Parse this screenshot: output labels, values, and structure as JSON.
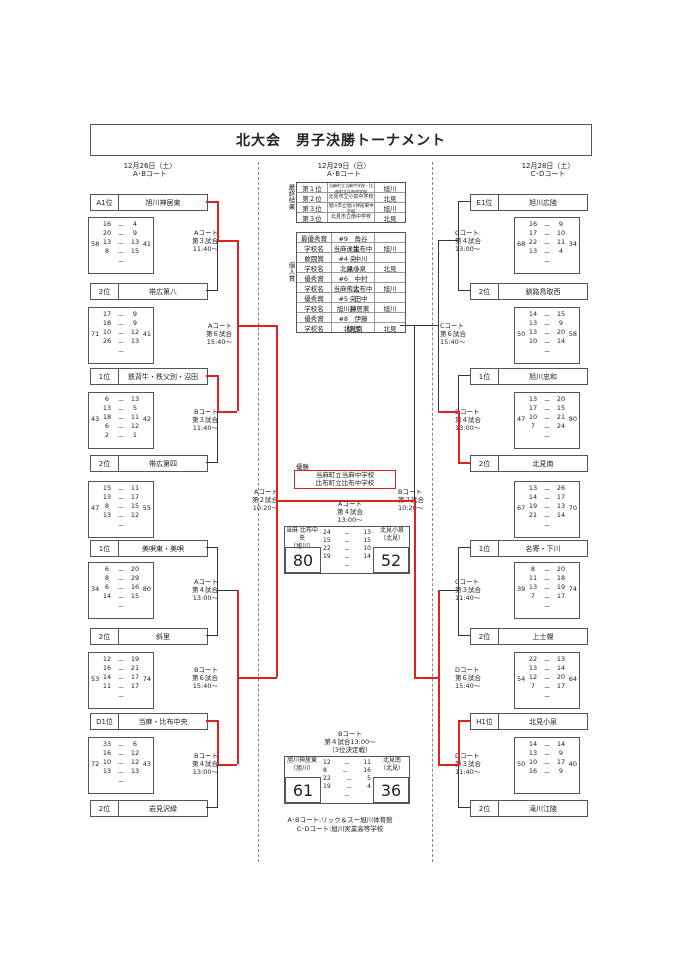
{
  "title": "北大会　男子決勝トーナメント",
  "headers": {
    "left": {
      "date": "12月26日（土）",
      "court": "A･Bコート"
    },
    "center": {
      "date": "12月29日（日）",
      "court": "A･Bコート"
    },
    "right": {
      "date": "12月28日（土）",
      "court": "C･Dコート"
    }
  },
  "final_results": {
    "label": "最終結果",
    "rows": [
      {
        "rank": "第１位",
        "team": "当麻町立当麻中学校・比布町立比布中学校",
        "area": "旭川"
      },
      {
        "rank": "第２位",
        "team": "北見市立小泉中学校",
        "area": "北見"
      },
      {
        "rank": "第３位",
        "team": "旭川市立旭川神居東中学校",
        "area": "旭川"
      },
      {
        "rank": "第３位",
        "team": "北見市立南中学校",
        "area": "北見"
      }
    ]
  },
  "individual_awards": {
    "label": "個人賞",
    "rows": [
      {
        "a": "最優秀賞",
        "b": "#9　角谷　達栄",
        "c": ""
      },
      {
        "a": "学校名",
        "b": "当麻・比布中央",
        "c": "旭川"
      },
      {
        "a": "敢闘賞",
        "b": "#4　中川　達斗",
        "c": ""
      },
      {
        "a": "学校名",
        "b": "北見小泉",
        "c": "北見"
      },
      {
        "a": "優秀賞",
        "b": "#6　中村　侑太",
        "c": ""
      },
      {
        "a": "学校名",
        "b": "当麻・比布中央",
        "c": "旭川"
      },
      {
        "a": "優秀賞",
        "b": "#5　田中　諒",
        "c": ""
      },
      {
        "a": "学校名",
        "b": "旭川神居東",
        "c": "旭川"
      },
      {
        "a": "優秀賞",
        "b": "#8　伊藤　和也",
        "c": ""
      },
      {
        "a": "学校名",
        "b": "北見南",
        "c": "北見"
      }
    ]
  },
  "left_teams": [
    {
      "rank": "A1位",
      "name": "旭川神居東"
    },
    {
      "rank": "2位",
      "name": "帯広第八"
    },
    {
      "rank": "1位",
      "name": "鉄背牛・秩父別・沼田"
    },
    {
      "rank": "2位",
      "name": "帯広第四"
    },
    {
      "rank": "1位",
      "name": "美唄東・美唄"
    },
    {
      "rank": "2位",
      "name": "斜里"
    },
    {
      "rank": "D1位",
      "name": "当麻・比布中央"
    },
    {
      "rank": "2位",
      "name": "岩見沢緑"
    }
  ],
  "right_teams": [
    {
      "rank": "E1位",
      "name": "旭川広陵"
    },
    {
      "rank": "2位",
      "name": "釧路鳥取西"
    },
    {
      "rank": "1位",
      "name": "旭川忠和"
    },
    {
      "rank": "2位",
      "name": "北見南"
    },
    {
      "rank": "1位",
      "name": "名寄・下川"
    },
    {
      "rank": "2位",
      "name": "上士幌"
    },
    {
      "rank": "H1位",
      "name": "北見小泉"
    },
    {
      "rank": "2位",
      "name": "滝川江陵"
    }
  ],
  "left_scores": [
    {
      "q": [
        [
          "16",
          "4"
        ],
        [
          "20",
          "9"
        ],
        [
          "13",
          "13"
        ],
        [
          "8",
          "15"
        ]
      ],
      "mid": "－",
      "t1": "58",
      "t2": "41",
      "mid2": "－"
    },
    {
      "q": [
        [
          "17",
          "9"
        ],
        [
          "18",
          "9"
        ],
        [
          "10",
          "12"
        ],
        [
          "26",
          "13"
        ]
      ],
      "mid": "－",
      "t1": "71",
      "t2": "41",
      "mid2": "－"
    },
    {
      "q": [
        [
          "6",
          "13"
        ],
        [
          "13",
          "5"
        ],
        [
          "18",
          "11"
        ],
        [
          "6",
          "12"
        ],
        [
          "2",
          "1"
        ]
      ],
      "mid": "－",
      "t1": "43",
      "t2": "42",
      "mid2": ""
    },
    {
      "q": [
        [
          "15",
          "11"
        ],
        [
          "13",
          "17"
        ],
        [
          "8",
          "15"
        ],
        [
          "13",
          "12"
        ]
      ],
      "mid": "－",
      "t1": "47",
      "t2": "55",
      "mid2": "－"
    },
    {
      "q": [
        [
          "6",
          "20"
        ],
        [
          "8",
          "29"
        ],
        [
          "6",
          "16"
        ],
        [
          "14",
          "15"
        ]
      ],
      "mid": "－",
      "t1": "34",
      "t2": "80",
      "mid2": "－"
    },
    {
      "q": [
        [
          "12",
          "19"
        ],
        [
          "16",
          "21"
        ],
        [
          "14",
          "17"
        ],
        [
          "11",
          "17"
        ]
      ],
      "mid": "－",
      "t1": "53",
      "t2": "74",
      "mid2": "－"
    },
    {
      "q": [
        [
          "33",
          "6"
        ],
        [
          "16",
          "12"
        ],
        [
          "10",
          "12"
        ],
        [
          "13",
          "13"
        ]
      ],
      "mid": "－",
      "t1": "72",
      "t2": "43",
      "mid2": "－"
    }
  ],
  "right_scores": [
    {
      "q": [
        [
          "16",
          "9"
        ],
        [
          "17",
          "10"
        ],
        [
          "22",
          "11"
        ],
        [
          "13",
          "4"
        ]
      ],
      "mid": "－",
      "t1": "68",
      "t2": "34",
      "mid2": "－"
    },
    {
      "q": [
        [
          "14",
          "15"
        ],
        [
          "13",
          "9"
        ],
        [
          "13",
          "20"
        ],
        [
          "10",
          "14"
        ]
      ],
      "mid": "－",
      "t1": "50",
      "t2": "58",
      "mid2": "－"
    },
    {
      "q": [
        [
          "13",
          "20"
        ],
        [
          "17",
          "15"
        ],
        [
          "10",
          "21"
        ],
        [
          "7",
          "24"
        ]
      ],
      "mid": "－",
      "t1": "47",
      "t2": "80",
      "mid2": "－"
    },
    {
      "q": [
        [
          "13",
          "26"
        ],
        [
          "14",
          "17"
        ],
        [
          "19",
          "13"
        ],
        [
          "21",
          "14"
        ]
      ],
      "mid": "－",
      "t1": "67",
      "t2": "70",
      "mid2": "－"
    },
    {
      "q": [
        [
          "8",
          "20"
        ],
        [
          "11",
          "18"
        ],
        [
          "13",
          "19"
        ],
        [
          "7",
          "17"
        ]
      ],
      "mid": "－",
      "t1": "39",
      "t2": "74",
      "mid2": "－"
    },
    {
      "q": [
        [
          "22",
          "13"
        ],
        [
          "13",
          "14"
        ],
        [
          "12",
          "20"
        ],
        [
          "7",
          "17"
        ]
      ],
      "mid": "－",
      "t1": "54",
      "t2": "64",
      "mid2": "－"
    },
    {
      "q": [
        [
          "14",
          "14"
        ],
        [
          "13",
          "9"
        ],
        [
          "10",
          "17"
        ],
        [
          "16",
          "9"
        ]
      ],
      "mid": "－",
      "t1": "50",
      "t2": "40",
      "mid2": ""
    }
  ],
  "left_games": [
    {
      "court": "Aコート",
      "game": "第３試合",
      "time": "11:40～"
    },
    {
      "court": "Aコート",
      "game": "第６試合",
      "time": "15:40～"
    },
    {
      "court": "Bコート",
      "game": "第３試合",
      "time": "11:40～"
    },
    {
      "court": "Aコート",
      "game": "第２試合",
      "time": "10:20～"
    },
    {
      "court": "Aコート",
      "game": "第４試合",
      "time": "13:00～"
    },
    {
      "court": "Bコート",
      "game": "第６試合",
      "time": "15:40～"
    },
    {
      "court": "Bコート",
      "game": "第４試合",
      "time": "13:00～"
    }
  ],
  "right_games": [
    {
      "court": "Cコート",
      "game": "第４試合",
      "time": "13:00～"
    },
    {
      "court": "Cコート",
      "game": "第６試合",
      "time": "15:40～"
    },
    {
      "court": "Dコート",
      "game": "第４試合",
      "time": "13:00～"
    },
    {
      "court": "Bコート",
      "game": "第２試合",
      "time": "10:20～"
    },
    {
      "court": "Cコート",
      "game": "第３試合",
      "time": "11:40～"
    },
    {
      "court": "Dコート",
      "game": "第６試合",
      "time": "15:40～"
    },
    {
      "court": "Dコート",
      "game": "第３試合",
      "time": "11:40～"
    }
  ],
  "champion": {
    "label": "優勝",
    "line1": "当麻町立当麻中学校",
    "line2": "比布町立比布中学校"
  },
  "final_game": {
    "court": "Aコート",
    "game": "第４試合",
    "time": "13:00～",
    "left_name": "当麻 比布中央",
    "left_area": "（旭川）",
    "left_score": "80",
    "right_name": "北見小泉",
    "right_area": "（北見）",
    "right_score": "52",
    "q": [
      [
        "24",
        "13"
      ],
      [
        "15",
        "15"
      ],
      [
        "22",
        "10"
      ],
      [
        "19",
        "14"
      ]
    ],
    "mid": "－"
  },
  "third_game": {
    "court": "Bコート",
    "game": "第４試合13:00～",
    "note": "（3位決定戦）",
    "left_name": "旭川神居東",
    "left_area": "（旭川）",
    "left_score": "61",
    "right_name": "北見南",
    "right_area": "（北見）",
    "right_score": "36",
    "q": [
      [
        "12",
        "11"
      ],
      [
        "8",
        "16"
      ],
      [
        "22",
        "5"
      ],
      [
        "19",
        "4"
      ]
    ],
    "mid": "－"
  },
  "venues": {
    "line1": "A･Bコート:リック＆スー旭川体育館",
    "line2": "C･Dコート:旭川実業高等学校"
  }
}
